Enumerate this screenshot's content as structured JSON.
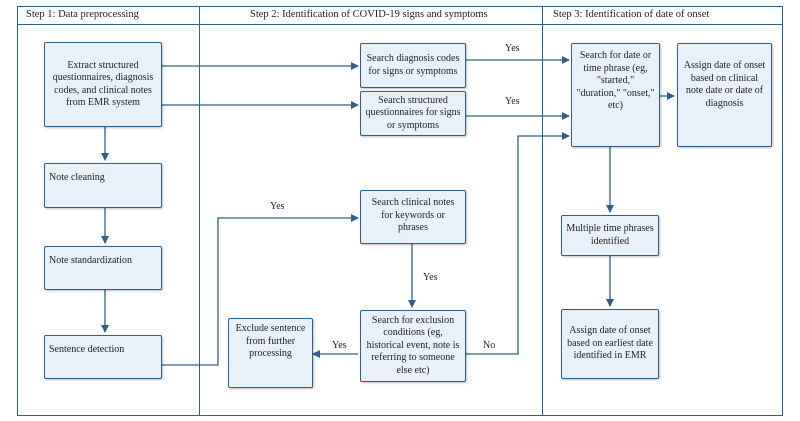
{
  "steps": {
    "step1": "Step 1: Data preprocessing",
    "step2": "Step 2: Identification of COVID-19 signs and symptoms",
    "step3": "Step 3: Identification of date of onset"
  },
  "nodes": {
    "extract": "Extract structured questionnaires, diagnosis codes, and clinical notes from EMR system",
    "cleaning": "Note cleaning",
    "standardization": "Note standardization",
    "sentence": "Sentence detection",
    "search_dx": "Search diagnosis codes for signs or symptoms",
    "search_q": "Search structured questionnaires for signs or symptoms",
    "search_notes": "Search clinical notes for keywords or phrases",
    "exclusion": "Search for exclusion conditions (eg, historical event, note is referring to someone else etc)",
    "exclude": "Exclude sentence from further processing",
    "date_phrase": "Search for date or time phrase (eg, \"started,\" \"duration,\" \"onset,\" etc)",
    "assign_clinical": "Assign date of onset based on clinical note date or date of diagnosis",
    "multiple": "Multiple time phrases identified",
    "assign_earliest": "Assign date of onset based on earliest date identified in EMR"
  },
  "edge_labels": {
    "yes_dx": "Yes",
    "yes_q": "Yes",
    "yes_sentence": "Yes",
    "yes_notes": "Yes",
    "yes_exclude": "Yes",
    "no_exclusion": "No"
  },
  "colors": {
    "border": "#2f5f86",
    "box_fill": "#e8f1f9",
    "arrow": "#2f5f86"
  }
}
